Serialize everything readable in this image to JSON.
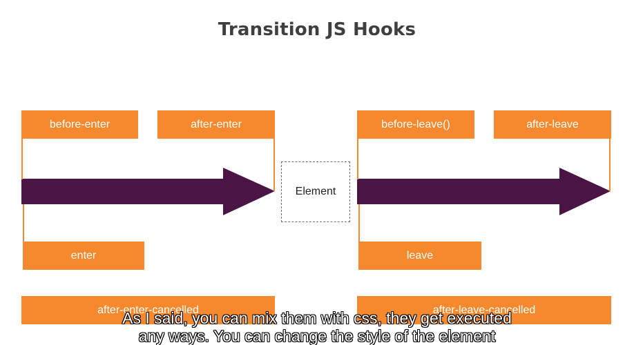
{
  "slide": {
    "title": "Transition JS Hooks",
    "colors": {
      "hook_box": "#f6892d",
      "arrow": "#4a1445",
      "text_on_box": "#ffffff"
    },
    "enter_hooks": {
      "before_enter": "before-enter",
      "after_enter": "after-enter",
      "enter": "enter",
      "after_enter_cancelled": "after-enter-cancelled"
    },
    "leave_hooks": {
      "before_leave": "before-leave()",
      "after_leave": "after-leave",
      "leave": "leave",
      "after_leave_cancelled": "after-leave-cancelled"
    },
    "element_label": "Element"
  },
  "subtitles": {
    "line1": "As I said, you can mix them with css, they get executed",
    "line2": "any ways. You can change the style of the element"
  }
}
